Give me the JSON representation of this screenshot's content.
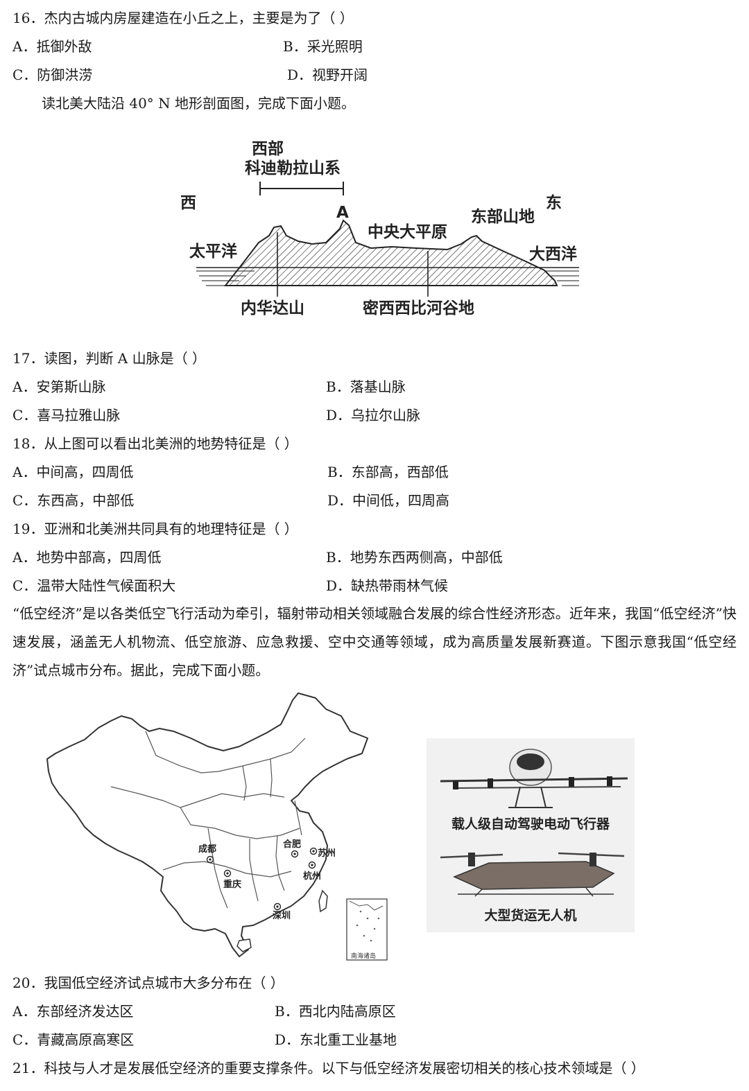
{
  "q16": {
    "stem": "16．杰内古城内房屋建造在小丘之上，主要是为了（   ）",
    "options": [
      "A．抵御外敌",
      "B．采光照明",
      "C．防御洪涝",
      "D．视野开阔"
    ]
  },
  "intro_profile": "读北美大陆沿 40° N 地形剖面图，完成下面小题。",
  "profile_figure": {
    "labels": {
      "west_cordillera_1": "西部",
      "west_cordillera_2": "科迪勒拉山系",
      "west": "西",
      "east": "东",
      "mountain_a": "A",
      "central_plain": "中央大平原",
      "eastern_highland": "东部山地",
      "pacific": "太平洋",
      "atlantic": "大西洋",
      "nevada": "内华达山",
      "mississippi": "密西西比河谷地"
    }
  },
  "q17": {
    "stem": "17．读图，判断 A 山脉是（       ）",
    "options": [
      "A．安第斯山脉",
      "B．落基山脉",
      "C．喜马拉雅山脉",
      "D．乌拉尔山脉"
    ]
  },
  "q18": {
    "stem": "18．从上图可以看出北美洲的地势特征是（       ）",
    "options": [
      "A．中间高，四周低",
      "B．东部高，西部低",
      "C．东西高，中部低",
      "D．中间低，四周高"
    ]
  },
  "q19": {
    "stem": "19．亚洲和北美洲共同具有的地理特征是（       ）",
    "options": [
      "A．地势中部高，四周低",
      "B．地势东西两侧高，中部低",
      "C．温带大陆性气候面积大",
      "D．缺热带雨林气候"
    ]
  },
  "intro_lowalt": "“低空经济”是以各类低空飞行活动为牵引，辐射带动相关领域融合发展的综合性经济形态。近年来，我国“低空经济”快速发展，涵盖无人机物流、低空旅游、应急救援、空中交通等领域，成为高质量发展新赛道。下图示意我国“低空经济”试点城市分布。据此，完成下面小题。",
  "map_figure": {
    "cities": [
      "成都",
      "重庆",
      "合肥",
      "苏州",
      "杭州",
      "深圳"
    ],
    "inset_label": "南海诸岛",
    "aircraft_1": "载人级自动驾驶电动飞行器",
    "aircraft_2": "大型货运无人机"
  },
  "q20": {
    "stem": "20．我国低空经济试点城市大多分布在（   ）",
    "options": [
      "A．东部经济发达区",
      "B．西北内陆高原区",
      "C．青藏高原高寒区",
      "D．东北重工业基地"
    ]
  },
  "q21": {
    "stem": "21．科技与人才是发展低空经济的重要支撑条件。以下与低空经济发展密切相关的核心技术领域是（   ）"
  }
}
